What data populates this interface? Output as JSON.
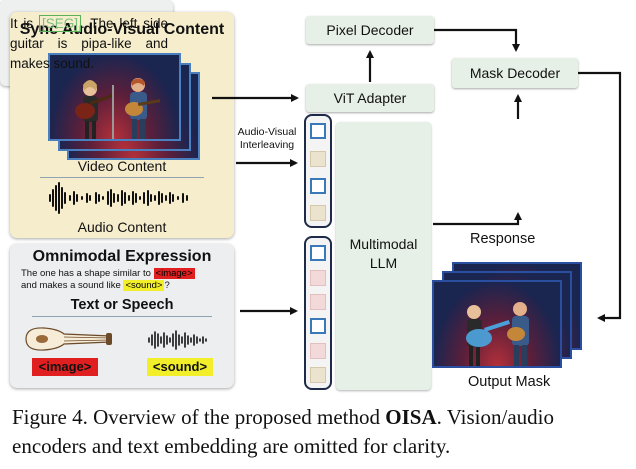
{
  "sync_panel": {
    "title": "Sync Audio-Visual Content",
    "video_label": "Video Content",
    "audio_label": "Audio Content"
  },
  "omni_panel": {
    "title": "Omnimodal Expression",
    "expression_pre": "The one has a shape similar to",
    "image_tag": "<image>",
    "expression_mid": "and makes a sound like",
    "sound_tag": "<sound>",
    "expression_end": "?",
    "subtitle": "Text or Speech",
    "image_label": "<image>",
    "sound_label": "<sound>"
  },
  "interleave_label_1": "Audio-Visual",
  "interleave_label_2": "Interleaving",
  "pixel_decoder": "Pixel Decoder",
  "vit_adapter": "ViT Adapter",
  "mask_decoder": "Mask Decoder",
  "llm_line1": "Multimodal",
  "llm_line2": "LLM",
  "response": {
    "pre": "It is",
    "seg": "[SEG]",
    "post": ". The left side guitar is pipa-like and makes sound.",
    "label": "Response"
  },
  "output_mask_label": "Output Mask",
  "caption": {
    "pre": "Figure 4. Overview of the proposed method ",
    "bold": "OISA",
    "post": ". Vision/audio encoders and text embedding are omitted for clarity."
  },
  "colors": {
    "frame_border": "#4a7fc0",
    "token_blue": "#3a78b8",
    "token_beige": "#ece3cf",
    "token_pink": "#f4d9da",
    "seg_green": "#59b25a",
    "tag_red": "#e02020",
    "tag_yellow": "#f2ee2a"
  }
}
